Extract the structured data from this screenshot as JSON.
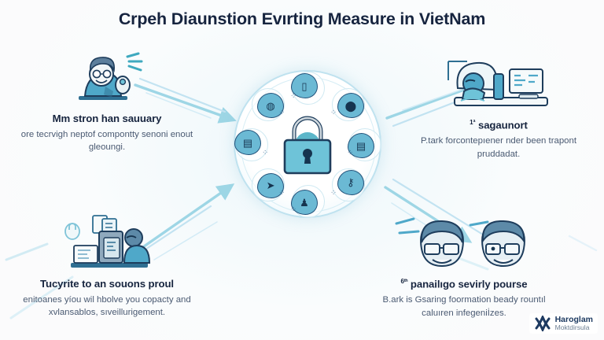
{
  "title": "Crpeh Diaunstion Evırting Measure in VietNam",
  "quadrants": {
    "top_left": {
      "heading": "Mm stron han sauuary",
      "body": "ore tecrvigh neptof compontty senoni enout gleoungi.",
      "art_name": "person-with-megaphone-illustration"
    },
    "top_right": {
      "heading_sup": "1ª",
      "heading": "sagaunort",
      "body": "P.tark forcontepıener nder been trapont pruddadat.",
      "art_name": "person-at-desk-with-monitor-illustration"
    },
    "bottom_left": {
      "heading": "Tucyrite to an souons proul",
      "body": "enitoanes yíou wil hbolve you copacty and xvlansablos, sıveillurigement.",
      "art_name": "person-at-computer-with-documents-illustration"
    },
    "bottom_right": {
      "heading_sup": "6ᵗʰ",
      "heading": "panailıgo sevirly pourse",
      "body": "B.ark is Gsaring foormation beady rountıl caluıren infegeniİzes.",
      "art_name": "two-faces-with-glasses-illustration"
    }
  },
  "hub": {
    "center_icon": "padlock-icon",
    "nodes": [
      {
        "name": "battery-node-icon",
        "glyph": "▯",
        "angle": -90
      },
      {
        "name": "shield-node-icon",
        "glyph": "⬤",
        "angle": -45
      },
      {
        "name": "monitor-node-icon",
        "glyph": "▤",
        "angle": 0
      },
      {
        "name": "key-node-icon",
        "glyph": "⚷",
        "angle": 45
      },
      {
        "name": "user-node-icon",
        "glyph": "♟",
        "angle": 90
      },
      {
        "name": "cursor-node-icon",
        "glyph": "➤",
        "angle": 135
      },
      {
        "name": "document-node-icon",
        "glyph": "▤",
        "angle": 180
      },
      {
        "name": "fingerprint-node-icon",
        "glyph": "◍",
        "angle": -135
      }
    ]
  },
  "logo": {
    "line1": "Haroglam",
    "line2": "Moktdirsula",
    "mark": "butterfly-mark-icon"
  },
  "colors": {
    "title": "#16243f",
    "heading": "#17253f",
    "body": "#4a5a72",
    "accent_blue": "#6bb9d4",
    "accent_dark": "#23527a",
    "connector": "#7ec8dd",
    "background": "#fbfcfd"
  }
}
